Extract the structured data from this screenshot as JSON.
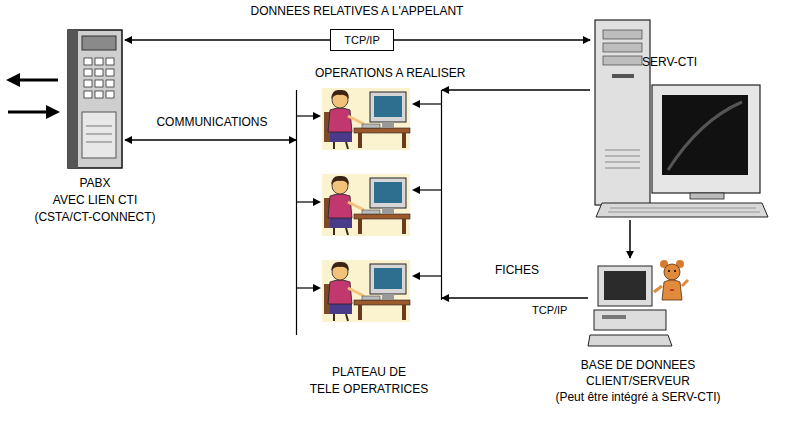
{
  "diagram": {
    "nodes": [
      {
        "text": [
          "PABX",
          "AVEC LIEN CTI",
          "(CSTA/CT-CONNECT)"
        ]
      },
      {
        "text": [
          "SERV-CTI"
        ]
      },
      {
        "text": [
          "PLATEAU DE",
          "TELE OPERATRICES"
        ]
      },
      {
        "text": [
          "BASE DE DONNEES",
          "CLIENT/SERVEUR",
          "(Peut être intégré à SERV-CTI)"
        ]
      }
    ],
    "edges": [
      {
        "from": 0,
        "to": 1,
        "arrow": "both",
        "label": "DONNEES RELATIVES A L'APPELANT"
      },
      {
        "from": 0,
        "to": 2,
        "arrow": "both",
        "label": "COMMUNICATIONS"
      },
      {
        "from": 1,
        "to": 2,
        "arrow": "to",
        "label": "OPERATIONS A REALISER"
      },
      {
        "from": 1,
        "to": 3,
        "arrow": "to"
      },
      {
        "from": 3,
        "to": 2,
        "arrow": "to",
        "label": "FICHES"
      }
    ],
    "labels": [
      "TCP/IP",
      "TCP/IP"
    ]
  }
}
